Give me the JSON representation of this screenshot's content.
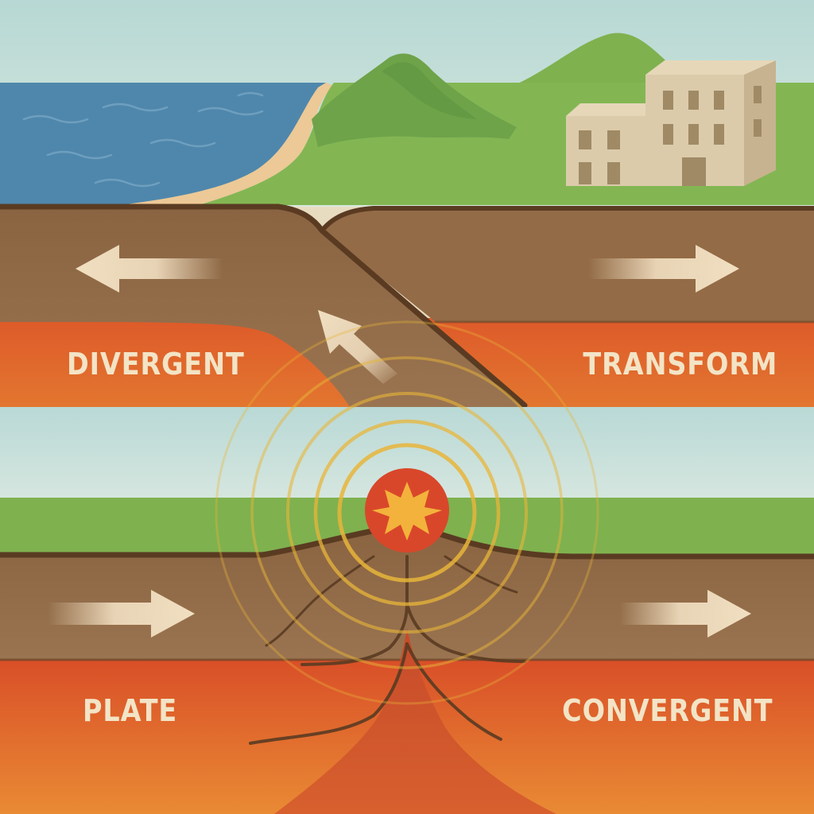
{
  "labels": {
    "divergent": "DIVERGENT",
    "transform": "TRANSFORM",
    "plate": "PLATE",
    "convergent": "CONVERGENT"
  },
  "icons": {
    "epicenter": "starburst-icon",
    "motion": "arrow-icon"
  },
  "colors": {
    "sky": "#c9e2dd",
    "ocean": "#4f87ac",
    "grass": "#7fb14f",
    "hill": "#6ea34a",
    "sand": "#ecc996",
    "crust": "#8f6a45",
    "crust_edge": "#5a3b22",
    "mantle": "#d9542a",
    "magma": "#c9472a",
    "arrow": "#f1dfc1",
    "building": "#dccbaa",
    "wave_ring": "#e8b53a",
    "epicenter": "#d9472a",
    "star": "#f3b23b"
  }
}
